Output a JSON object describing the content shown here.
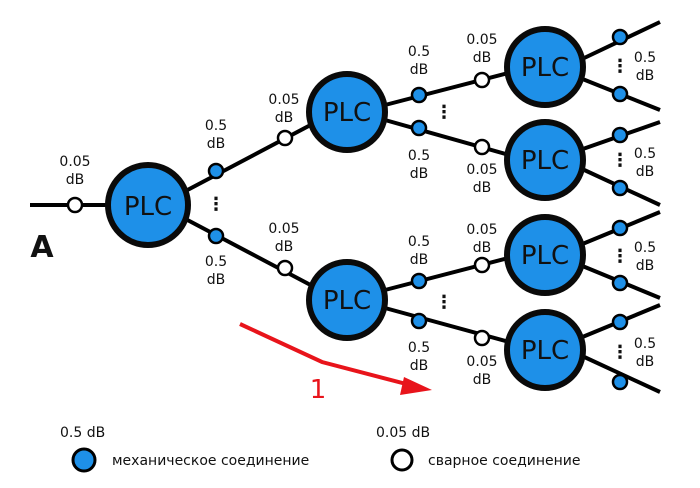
{
  "input_marker": "A",
  "node_label": "PLC",
  "loss_labels": {
    "mech_value": "0.5",
    "weld_value": "0.05",
    "unit": "dB"
  },
  "ellipsis": "⋮",
  "arrow_label": "1",
  "legend": {
    "mech_value": "0.5 dB",
    "mech_label": "механическое соединение",
    "weld_value": "0.05 dB",
    "weld_label": "сварное соединение"
  },
  "colors": {
    "node_fill": "#1e90e8",
    "node_stroke": "#0a0a0a",
    "line": "#000000",
    "mech_joint": "#1e90e8",
    "weld_joint": "#ffffff",
    "arrow": "#e8141b"
  }
}
